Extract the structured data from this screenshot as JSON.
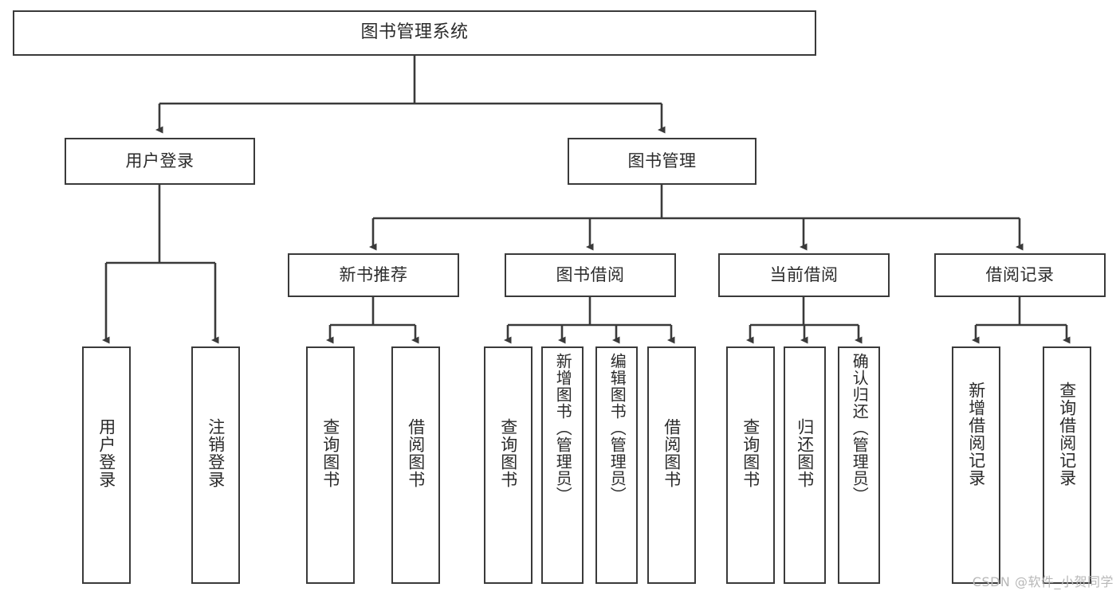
{
  "diagram": {
    "title": "图书管理系统",
    "type": "tree",
    "watermark": "CSDN @软件_小贺同学",
    "colors": {
      "border": "#3a3a3a",
      "text": "#2b2b2b",
      "background": "#ffffff",
      "watermark": "#b8b8b8"
    },
    "root": {
      "label": "图书管理系统"
    },
    "level2": [
      {
        "id": "user-login",
        "label": "用户登录"
      },
      {
        "id": "book-manage",
        "label": "图书管理"
      }
    ],
    "level3": [
      {
        "id": "new-book-recommend",
        "label": "新书推荐",
        "parent": "book-manage"
      },
      {
        "id": "book-borrow",
        "label": "图书借阅",
        "parent": "book-manage"
      },
      {
        "id": "current-borrow",
        "label": "当前借阅",
        "parent": "book-manage"
      },
      {
        "id": "borrow-record",
        "label": "借阅记录",
        "parent": "book-manage"
      }
    ],
    "leaves": [
      {
        "id": "leaf-user-login",
        "label": "用户登录",
        "parent": "user-login"
      },
      {
        "id": "leaf-logout",
        "label": "注销登录",
        "parent": "user-login"
      },
      {
        "id": "leaf-query-book-1",
        "label": "查询图书",
        "parent": "new-book-recommend"
      },
      {
        "id": "leaf-borrow-book-1",
        "label": "借阅图书",
        "parent": "new-book-recommend"
      },
      {
        "id": "leaf-query-book-2",
        "label": "查询图书",
        "parent": "book-borrow"
      },
      {
        "id": "leaf-add-book",
        "label": "新增图书（管理员）",
        "parent": "book-borrow"
      },
      {
        "id": "leaf-edit-book",
        "label": "编辑图书（管理员）",
        "parent": "book-borrow"
      },
      {
        "id": "leaf-borrow-book-2",
        "label": "借阅图书",
        "parent": "book-borrow"
      },
      {
        "id": "leaf-query-book-3",
        "label": "查询图书",
        "parent": "current-borrow"
      },
      {
        "id": "leaf-return-book",
        "label": "归还图书",
        "parent": "current-borrow"
      },
      {
        "id": "leaf-confirm-return",
        "label": "确认归还（管理员）",
        "parent": "current-borrow"
      },
      {
        "id": "leaf-add-record",
        "label": "新增借阅记录",
        "parent": "borrow-record"
      },
      {
        "id": "leaf-query-record",
        "label": "查询借阅记录",
        "parent": "borrow-record"
      }
    ]
  }
}
